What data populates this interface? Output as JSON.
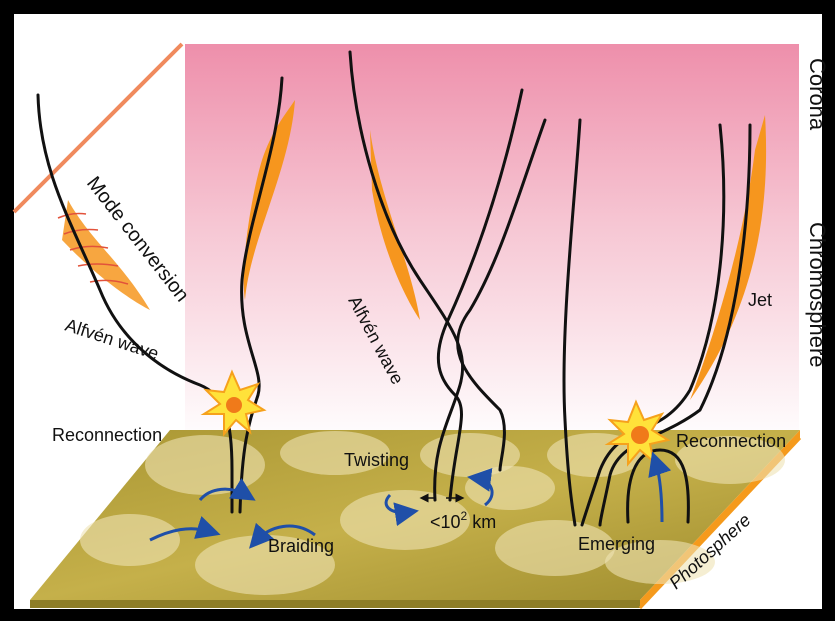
{
  "labels": {
    "corona": "Corona",
    "chromosphere": "Chromosphere",
    "photosphere": "Photosphere",
    "mode_conversion": "Mode conversion",
    "alfven_left": "Alfvén wave",
    "alfven_mid": "Alfvén wave",
    "reconnection_left": "Reconnection",
    "reconnection_right": "Reconnection",
    "jet": "Jet",
    "twisting": "Twisting",
    "scale": "<10",
    "scale_exp": "2",
    "scale_unit": " km",
    "braiding": "Braiding",
    "emerging": "Emerging"
  },
  "colors": {
    "atmosphere_top": "#f093ae",
    "atmosphere_bottom": "#ffffff",
    "photosphere": "#b9a43a",
    "photosphere_edge": "#f59a1c",
    "jet": "#f6961e",
    "field_line": "#111111",
    "arrow": "#1f4fa8",
    "wave_marks": "#e2523a",
    "diagonal": "#f08a5d"
  }
}
